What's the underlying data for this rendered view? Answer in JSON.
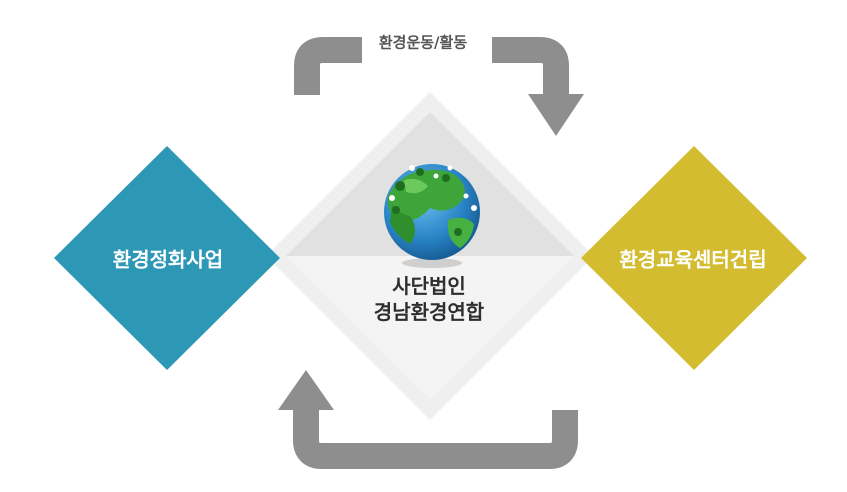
{
  "cycle_label": "환경운동/활동",
  "left_node": {
    "label": "환경정화사업",
    "color": "#2d97b6"
  },
  "right_node": {
    "label": "환경교육센터건립",
    "color": "#d4bc31"
  },
  "center_node": {
    "line1": "사단법인",
    "line2": "경남환경연합"
  },
  "colors": {
    "arrow": "#8e8e8e",
    "center_outer": "#ededed",
    "center_inner": "#e3e3e3"
  },
  "icons": {
    "center_image": "globe-icon"
  }
}
